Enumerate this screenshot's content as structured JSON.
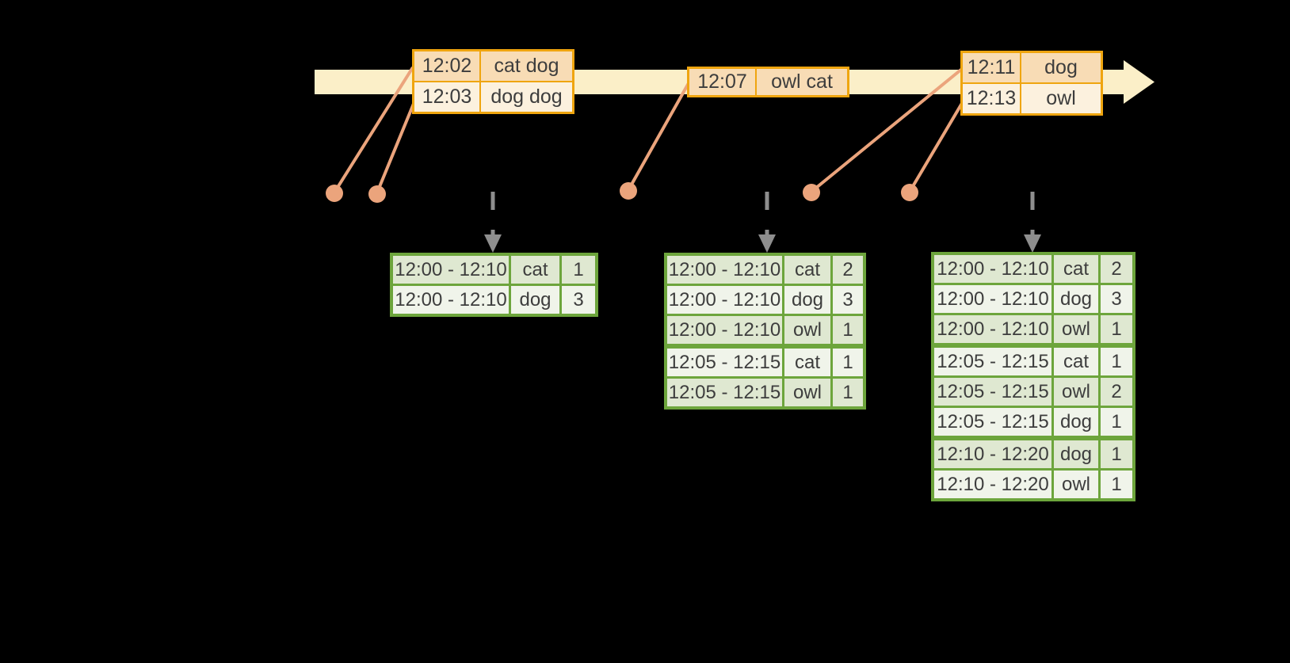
{
  "colors": {
    "background": "#000000",
    "timeline_band": "#FBEFC8",
    "orange_border": "#EFA50F",
    "orange_row_dark": "#F8DCB5",
    "orange_row_light": "#FCF1DE",
    "green_border": "#6DA53C",
    "green_row_dark": "#DFE8D1",
    "green_row_light": "#F0F4EA",
    "connector": "#EBA47C",
    "trigger_arrow": "#8E8E8E",
    "text": "#3D3D3D"
  },
  "event_tables": [
    {
      "rows": [
        {
          "time": "12:02",
          "words": "cat dog"
        },
        {
          "time": "12:03",
          "words": "dog dog"
        }
      ]
    },
    {
      "rows": [
        {
          "time": "12:07",
          "words": "owl cat"
        }
      ]
    },
    {
      "rows": [
        {
          "time": "12:11",
          "words": "dog"
        },
        {
          "time": "12:13",
          "words": "owl"
        }
      ]
    }
  ],
  "result_tables": [
    {
      "groups": [
        2
      ],
      "rows": [
        {
          "window": "12:00 - 12:10",
          "word": "cat",
          "count": "1"
        },
        {
          "window": "12:00 - 12:10",
          "word": "dog",
          "count": "3"
        }
      ]
    },
    {
      "groups": [
        3,
        2
      ],
      "rows": [
        {
          "window": "12:00 - 12:10",
          "word": "cat",
          "count": "2"
        },
        {
          "window": "12:00 - 12:10",
          "word": "dog",
          "count": "3"
        },
        {
          "window": "12:00 - 12:10",
          "word": "owl",
          "count": "1"
        },
        {
          "window": "12:05 - 12:15",
          "word": "cat",
          "count": "1"
        },
        {
          "window": "12:05 - 12:15",
          "word": "owl",
          "count": "1"
        }
      ]
    },
    {
      "groups": [
        3,
        3,
        2
      ],
      "rows": [
        {
          "window": "12:00 - 12:10",
          "word": "cat",
          "count": "2"
        },
        {
          "window": "12:00 - 12:10",
          "word": "dog",
          "count": "3"
        },
        {
          "window": "12:00 - 12:10",
          "word": "owl",
          "count": "1"
        },
        {
          "window": "12:05 - 12:15",
          "word": "cat",
          "count": "1"
        },
        {
          "window": "12:05 - 12:15",
          "word": "owl",
          "count": "2"
        },
        {
          "window": "12:05 - 12:15",
          "word": "dog",
          "count": "1"
        },
        {
          "window": "12:10 - 12:20",
          "word": "dog",
          "count": "1"
        },
        {
          "window": "12:10 - 12:20",
          "word": "owl",
          "count": "1"
        }
      ]
    }
  ]
}
